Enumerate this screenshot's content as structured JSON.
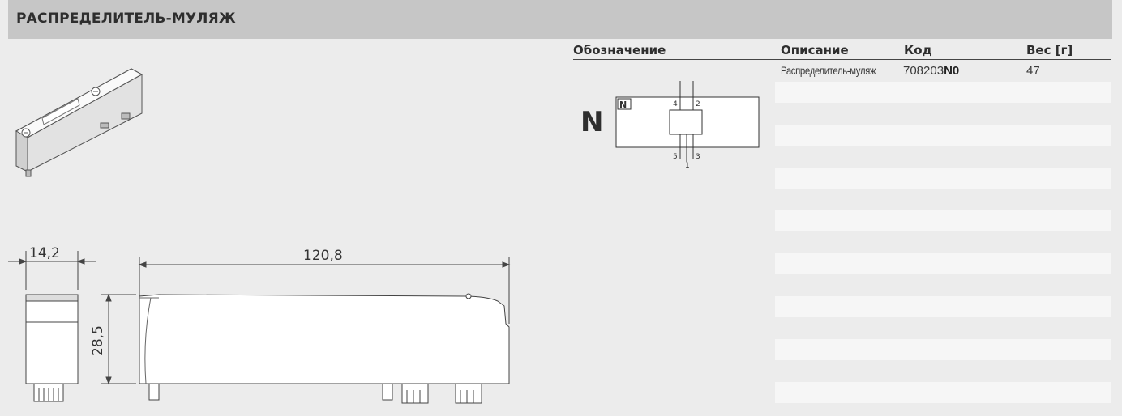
{
  "header": {
    "title": "РАСПРЕДЕЛИТЕЛЬ-МУЛЯЖ"
  },
  "table": {
    "columns": [
      "Обозначение",
      "Описание",
      "Код",
      "Вес [г]"
    ],
    "row": {
      "symbol": "N",
      "description": "Распределитель-муляж",
      "code_prefix": "708203",
      "code_bold": "N0",
      "weight": "47"
    }
  },
  "schematic": {
    "box_label": "N",
    "pins": [
      "4",
      "2",
      "5",
      "3",
      "1"
    ]
  },
  "dimensions": {
    "width": "14,2",
    "length": "120,8",
    "height": "28,5"
  }
}
